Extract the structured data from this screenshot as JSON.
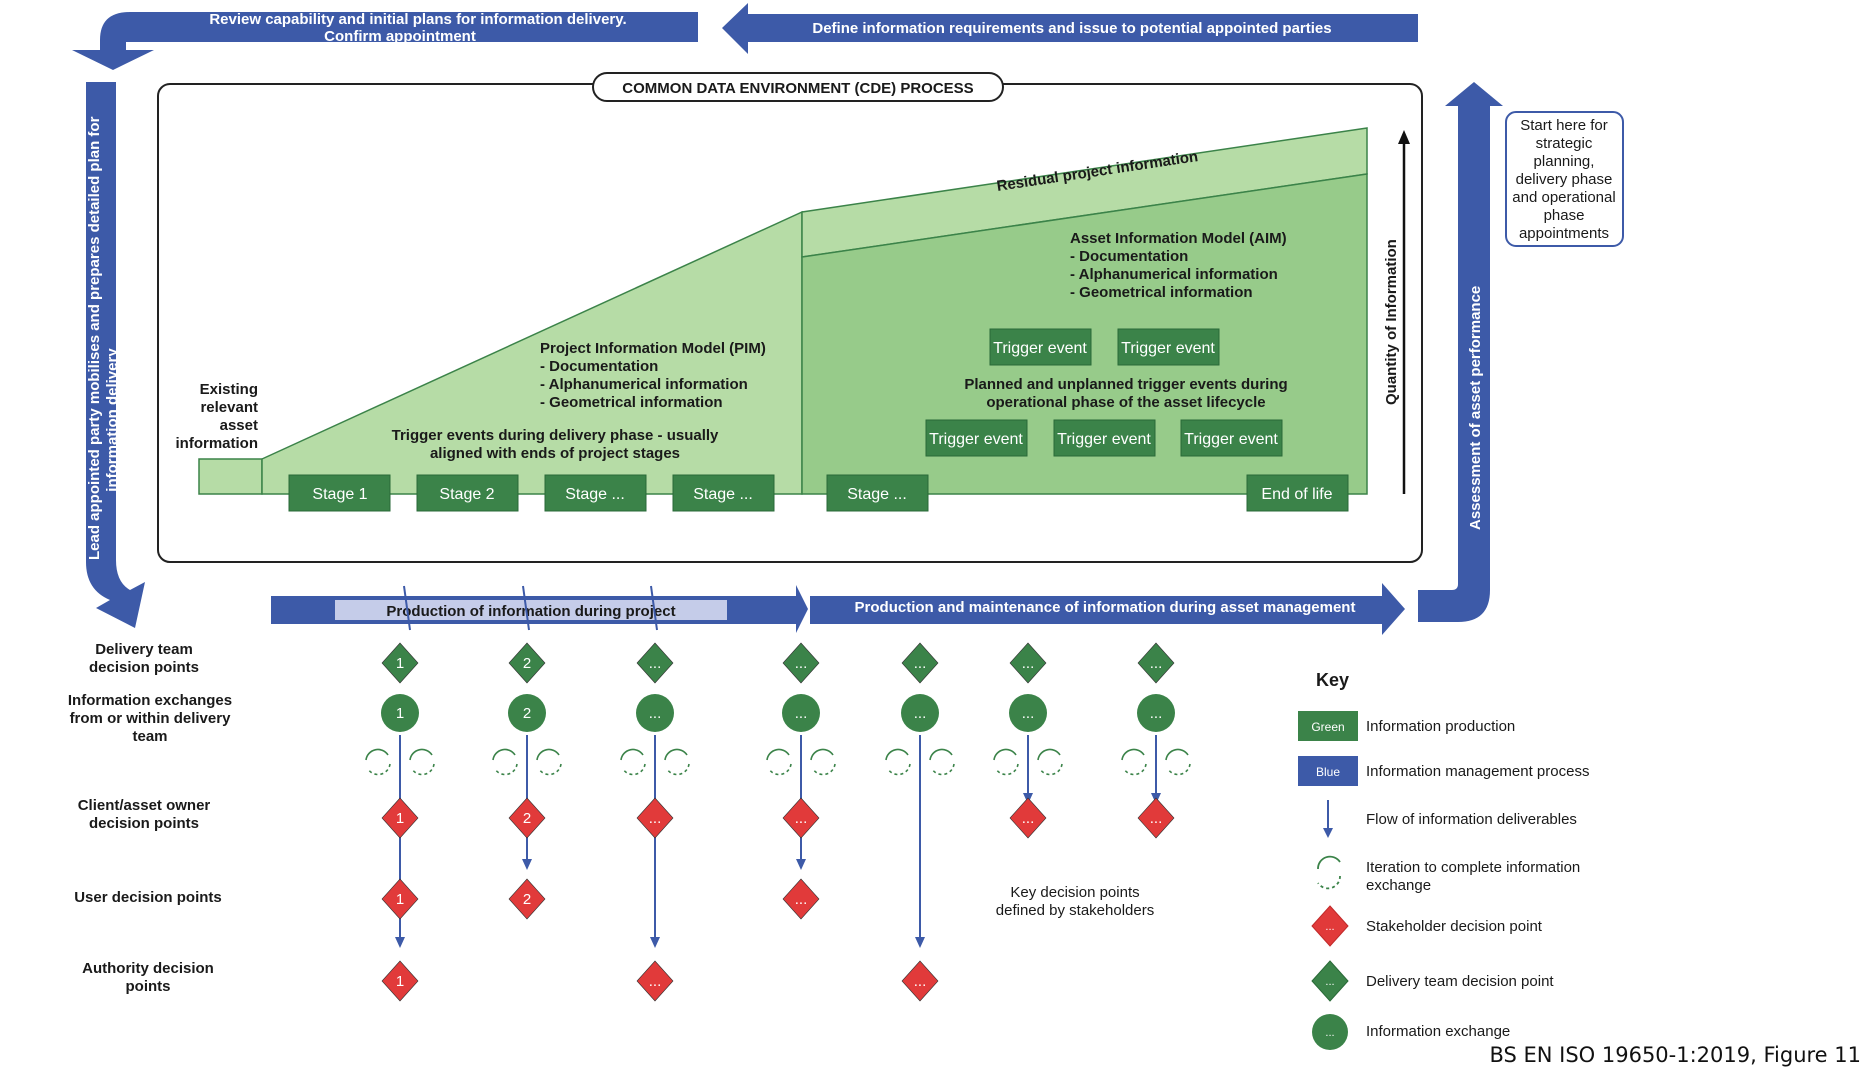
{
  "arrows": {
    "top_left": [
      "Review capability and initial plans for information delivery.",
      "Confirm appointment"
    ],
    "top_right": "Define information requirements and issue to potential appointed parties",
    "left_vertical": [
      "Lead appointed party mobilises and prepares detailed plan for",
      "information delivery"
    ],
    "right_vertical": "Assessment of asset performance",
    "production_project": "Production of information during project",
    "production_asset": "Production and maintenance of information during asset management"
  },
  "cde": {
    "title": "COMMON DATA ENVIRONMENT (CDE) PROCESS",
    "existing_info": [
      "Existing",
      "relevant",
      "asset",
      "information"
    ],
    "pim": [
      "Project Information Model (PIM)",
      "- Documentation",
      "- Alphanumerical information",
      "- Geometrical information"
    ],
    "trigger_delivery": [
      "Trigger events during delivery phase - usually",
      "aligned with ends of project stages"
    ],
    "residual": "Residual project information",
    "aim": [
      "Asset Information Model (AIM)",
      "- Documentation",
      "- Alphanumerical information",
      "- Geometrical information"
    ],
    "planned_unplanned": [
      "Planned and unplanned trigger events during",
      "operational phase of the asset lifecycle"
    ],
    "quantity_axis": "Quantity of Information",
    "stages": [
      "Stage 1",
      "Stage 2",
      "Stage ...",
      "Stage ...",
      "Stage ...",
      "End of life"
    ],
    "trigger_button": "Trigger event"
  },
  "start_here": [
    "Start here for",
    "strategic",
    "planning,",
    "delivery phase",
    "and operational",
    "phase",
    "appointments"
  ],
  "row_labels": {
    "delivery_team": [
      "Delivery team",
      "decision points"
    ],
    "info_exchanges": [
      "Information exchanges",
      "from or within delivery",
      "team"
    ],
    "client": [
      "Client/asset owner",
      "decision points"
    ],
    "user": "User decision points",
    "authority": [
      "Authority decision",
      "points"
    ]
  },
  "marker_labels": [
    "1",
    "2",
    "...",
    "...",
    "...",
    "...",
    "..."
  ],
  "key_decision_note": [
    "Key decision points",
    "defined by stakeholders"
  ],
  "key": {
    "title": "Key",
    "green_swatch": "Green",
    "blue_swatch": "Blue",
    "items": [
      "Information production",
      "Information management process",
      "Flow of information deliverables",
      "Iteration to complete information",
      "exchange",
      "Stakeholder decision point",
      "Delivery team decision point",
      "Information exchange"
    ]
  },
  "caption": "BS EN ISO 19650-1:2019, Figure 11",
  "colors": {
    "blue": "#3d5aa8",
    "dark_green": "#3b8349",
    "light_green": "#b6dca6",
    "mid_green": "#97cb8a",
    "red": "#e13a3a"
  }
}
